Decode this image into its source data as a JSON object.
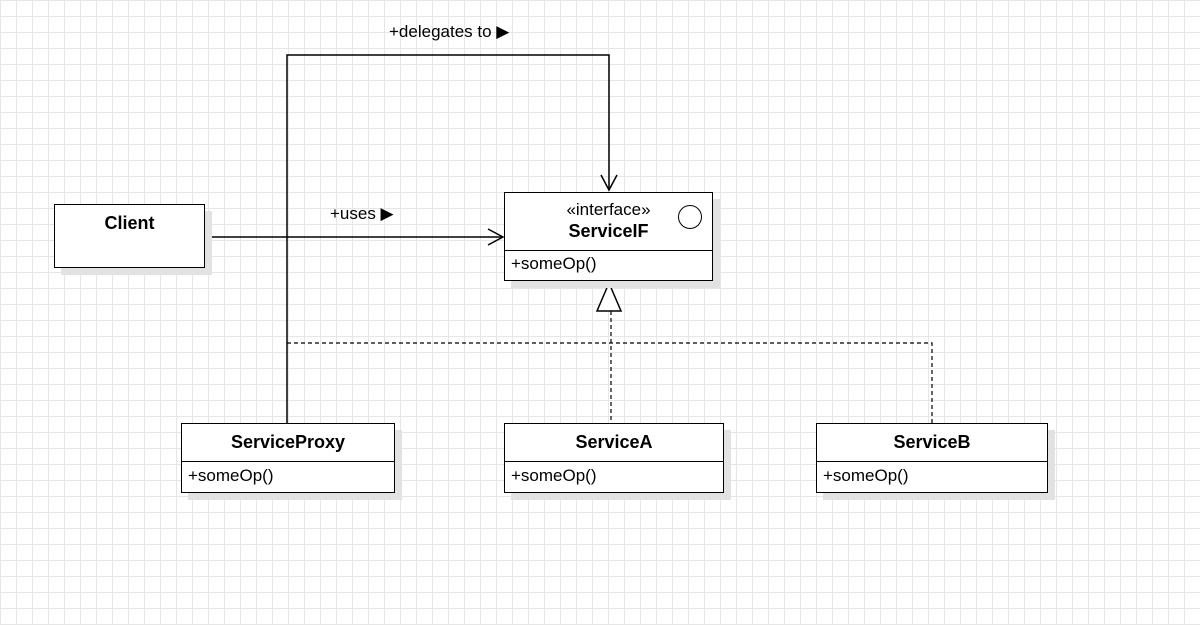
{
  "diagram": {
    "client": {
      "name": "Client"
    },
    "service_if": {
      "stereotype": "«interface»",
      "name": "ServiceIF",
      "operation": "+someOp()"
    },
    "service_proxy": {
      "name": "ServiceProxy",
      "operation": "+someOp()"
    },
    "service_a": {
      "name": "ServiceA",
      "operation": "+someOp()"
    },
    "service_b": {
      "name": "ServiceB",
      "operation": "+someOp()"
    },
    "edges": {
      "uses_label": "+uses ▶",
      "delegates_label": "+delegates to ▶"
    },
    "colors": {
      "line": "#000000",
      "grid": "#e6e6e6",
      "shadow": "#e2e2e2",
      "background": "#ffffff"
    }
  }
}
